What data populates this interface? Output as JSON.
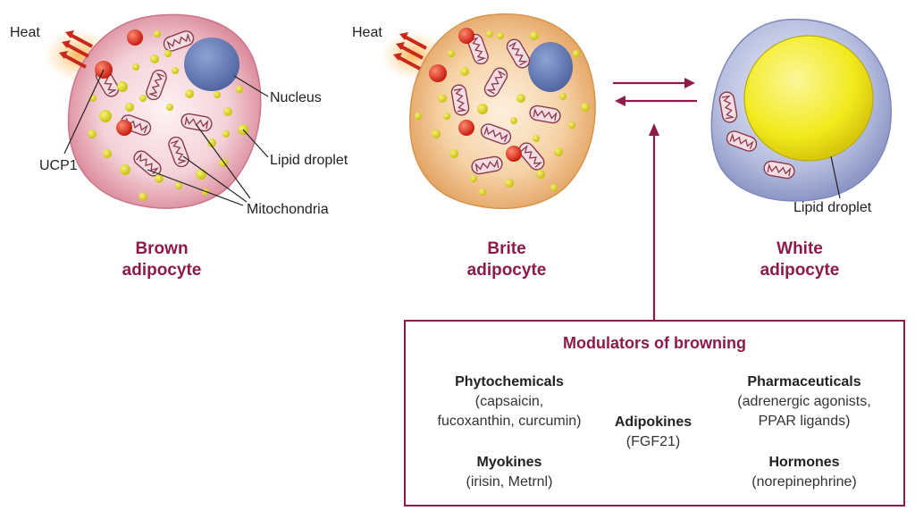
{
  "colors": {
    "accent": "#8c1a4b",
    "ucp1": "#e0341f",
    "lipid_small": "#d9d21a",
    "nucleus": "#6f86bd",
    "white_lipid": "#f2ea1c"
  },
  "labels": {
    "heat_brown": "Heat",
    "heat_brite": "Heat",
    "nucleus": "Nucleus",
    "lipid_droplet_brown": "Lipid droplet",
    "ucp1": "UCP1",
    "mitochondria": "Mitochondria",
    "lipid_droplet_white": "Lipid droplet"
  },
  "cells": {
    "brown": {
      "line1": "Brown",
      "line2": "adipocyte"
    },
    "brite": {
      "line1": "Brite",
      "line2": "adipocyte"
    },
    "white": {
      "line1": "White",
      "line2": "adipocyte"
    }
  },
  "modulators": {
    "title": "Modulators of browning",
    "phytochemicals": {
      "heading": "Phytochemicals",
      "line1": "(capsaicin,",
      "line2": "fucoxanthin, curcumin)"
    },
    "myokines": {
      "heading": "Myokines",
      "line1": "(irisin, Metrnl)"
    },
    "adipokines": {
      "heading": "Adipokines",
      "line1": "(FGF21)"
    },
    "pharmaceuticals": {
      "heading": "Pharmaceuticals",
      "line1": "(adrenergic agonists,",
      "line2": "PPAR ligands)"
    },
    "hormones": {
      "heading": "Hormones",
      "line1": "(norepinephrine)"
    }
  }
}
